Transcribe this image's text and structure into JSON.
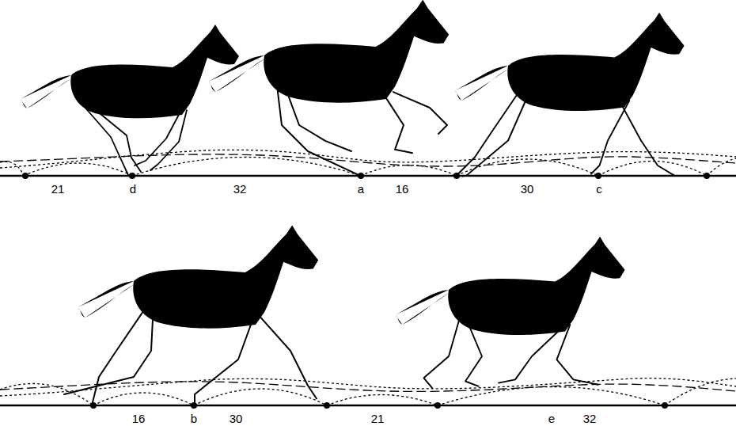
{
  "diagram": {
    "labels": [
      "21",
      "d",
      "32",
      "a",
      "16",
      "30",
      "c",
      "16",
      "b",
      "30",
      "21",
      "e",
      "32"
    ]
  }
}
